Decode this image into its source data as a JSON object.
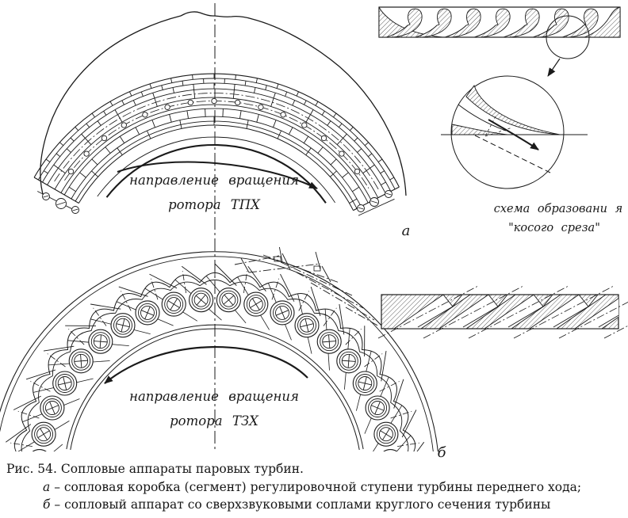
{
  "colors": {
    "ink": "#1a1a1a",
    "paper": "#ffffff"
  },
  "figure_a": {
    "rotation_note_line1": "направление вращения",
    "rotation_note_line2": "ротора ТПХ",
    "label": "а",
    "detail_caption_line1": "схема образовани я",
    "detail_caption_line2": "\"косого среза\""
  },
  "figure_b": {
    "rotation_note_line1": "направление вращения",
    "rotation_note_line2": "ротора ТЗХ",
    "label": "б"
  },
  "caption": {
    "title": "Рис. 54. Сопловые аппараты паровых турбин.",
    "item_a_label": "а",
    "item_a_text": "– сопловая коробка (сегмент) регулировочной ступени турбины переднего хода;",
    "item_b_label": "б",
    "item_b_text": "– сопловый аппарат со сверхзвуковыми соплами круглого сечения турбины"
  }
}
